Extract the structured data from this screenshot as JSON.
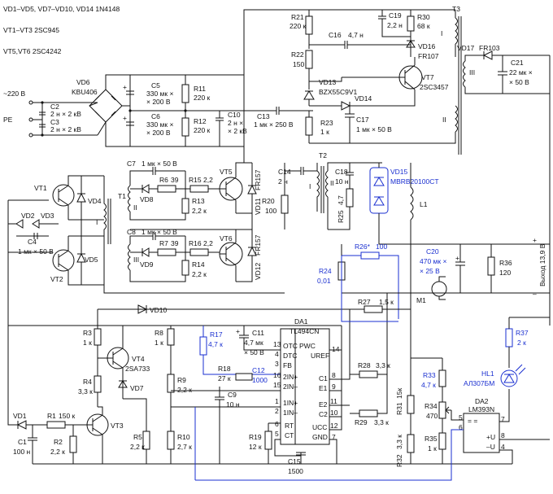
{
  "header": {
    "line1": "VD1–VD5, VD7–VD10, VD14 1N4148",
    "line2": "VT1–VT3 2SC945",
    "line3": "VT5,VT6 2SC4242"
  },
  "mains": {
    "input": "~220 В",
    "pe": "PE"
  },
  "components": {
    "c2": {
      "ref": "C2",
      "val": "2 н × 2 кВ"
    },
    "c3": {
      "ref": "C3",
      "val": "2 н × 2 кВ"
    },
    "vd6": {
      "ref": "VD6",
      "val": "KBU406"
    },
    "c5": {
      "ref": "C5",
      "val1": "330 мк ×",
      "val2": "× 200 В"
    },
    "c6": {
      "ref": "C6",
      "val1": "330 мк ×",
      "val2": "× 200 В"
    },
    "r11": {
      "ref": "R11",
      "val": "220 к"
    },
    "r12": {
      "ref": "R12",
      "val": "220 к"
    },
    "c10": {
      "ref": "C10",
      "val1": "2 н ×",
      "val2": "× 2 кВ"
    },
    "c13": {
      "ref": "C13",
      "val": "1 мк × 250 В"
    },
    "r21": {
      "ref": "R21",
      "val": "220 к"
    },
    "c16": {
      "ref": "C16",
      "val": "4,7 н"
    },
    "r22": {
      "ref": "R22",
      "val": "150"
    },
    "c19": {
      "ref": "C19",
      "val": "2,2 н"
    },
    "r30": {
      "ref": "R30",
      "val": "68 к"
    },
    "vd16": {
      "ref": "VD16",
      "val": "FR107"
    },
    "vt7": {
      "ref": "VT7",
      "val": "2SC3457"
    },
    "vd13": {
      "ref": "VD13",
      "val": "BZX55C9V1"
    },
    "vd14": {
      "ref": "VD14"
    },
    "r23": {
      "ref": "R23",
      "val": "1 к"
    },
    "c17": {
      "ref": "C17",
      "val": "1 мк × 50 В"
    },
    "t3": {
      "ref": "T3",
      "w1": "I",
      "w2": "II",
      "w3": "III"
    },
    "vd17": {
      "ref": "VD17",
      "val": "FR103"
    },
    "c21": {
      "ref": "C21",
      "val1": "22 мк ×",
      "val2": "× 50 В"
    },
    "vt1": {
      "ref": "VT1"
    },
    "vt2": {
      "ref": "VT2"
    },
    "vd4": {
      "ref": "VD4"
    },
    "vd5": {
      "ref": "VD5"
    },
    "vd2": {
      "ref": "VD2"
    },
    "vd3": {
      "ref": "VD3"
    },
    "c4": {
      "ref": "C4",
      "val": "1 мк × 50 В"
    },
    "t1": {
      "ref": "T1",
      "w1": "I",
      "w2": "II",
      "w3": "III"
    },
    "c7": {
      "ref": "C7",
      "val": "1 мк × 50 В"
    },
    "c8": {
      "ref": "C8",
      "val": "1 мк × 50 В"
    },
    "vd8": {
      "ref": "VD8"
    },
    "vd9": {
      "ref": "VD9"
    },
    "r6": {
      "ref": "R6",
      "val": "39"
    },
    "r7": {
      "ref": "R7",
      "val": "39"
    },
    "r15": {
      "ref": "R15",
      "val": "2,2"
    },
    "r16": {
      "ref": "R16",
      "val": "2,2"
    },
    "r13": {
      "ref": "R13",
      "val": "2,2 к"
    },
    "r14": {
      "ref": "R14",
      "val": "2,2 к"
    },
    "vt5": {
      "ref": "VT5"
    },
    "vt6": {
      "ref": "VT6"
    },
    "vd11": {
      "ref": "VD11",
      "val": "FR157"
    },
    "vd12": {
      "ref": "VD12",
      "val": "FR157"
    },
    "c14": {
      "ref": "C14",
      "val": "2 н"
    },
    "t2": {
      "ref": "T2",
      "w1": "I",
      "w2": "II"
    },
    "r20": {
      "ref": "R20",
      "val": "100"
    },
    "c18": {
      "ref": "C18",
      "val": "10 н"
    },
    "r25": {
      "ref": "R25",
      "val": "4,7"
    },
    "vd15": {
      "ref": "VD15",
      "val": "MBRB20100CT"
    },
    "l1": {
      "ref": "L1"
    },
    "r26": {
      "ref": "R26*",
      "val": "100"
    },
    "r24": {
      "ref": "R24",
      "val": "0,01"
    },
    "c20": {
      "ref": "C20",
      "val1": "470 мк ×",
      "val2": "× 25 В"
    },
    "r36": {
      "ref": "R36",
      "val": "120"
    },
    "m1": {
      "ref": "M1"
    },
    "out": {
      "label": "Выход 13,9 В"
    },
    "vd10": {
      "ref": "VD10"
    },
    "r27": {
      "ref": "R27",
      "val": "1,5 к"
    },
    "r3": {
      "ref": "R3",
      "val": "1 к"
    },
    "vt4": {
      "ref": "VT4",
      "val": "2SA733"
    },
    "r8": {
      "ref": "R8",
      "val": "1 к"
    },
    "r17": {
      "ref": "R17",
      "val": "4,7 к"
    },
    "c11": {
      "ref": "C11",
      "val1": "4,7 мк",
      "val2": "× 50 В"
    },
    "da1": {
      "ref": "DA1",
      "val": "TL494CN"
    },
    "r4": {
      "ref": "R4",
      "val": "3,3 к"
    },
    "vd7": {
      "ref": "VD7"
    },
    "r9": {
      "ref": "R9",
      "val": "2,2 к"
    },
    "r18": {
      "ref": "R18",
      "val": "27 к"
    },
    "c12": {
      "ref": "C12",
      "val": "1000"
    },
    "c9": {
      "ref": "C9",
      "val": "10 н"
    },
    "r28": {
      "ref": "R28",
      "val": "3,3 к"
    },
    "r29": {
      "ref": "R29",
      "val": "3,3 к"
    },
    "r37": {
      "ref": "R37",
      "val": "2 к"
    },
    "hl1": {
      "ref": "HL1",
      "val": "АЛ307БМ"
    },
    "r33": {
      "ref": "R33",
      "val": "4,7 к"
    },
    "r34": {
      "ref": "R34",
      "val": "470"
    },
    "r35": {
      "ref": "R35",
      "val": "1 к"
    },
    "da2": {
      "ref": "DA2",
      "val": "LM393N"
    },
    "r31": {
      "ref": "R31",
      "val": "15к"
    },
    "r32": {
      "ref": "R32",
      "val": "3,3 к"
    },
    "vd1": {
      "ref": "VD1"
    },
    "r1": {
      "ref": "R1",
      "val": "150 к"
    },
    "c1": {
      "ref": "C1",
      "val": "100 н"
    },
    "r2": {
      "ref": "R2",
      "val": "2,2 к"
    },
    "vt3": {
      "ref": "VT3"
    },
    "r5": {
      "ref": "R5",
      "val": "2,2 к"
    },
    "r10": {
      "ref": "R10",
      "val": "2,7 к"
    },
    "r19": {
      "ref": "R19",
      "val": "12 к"
    },
    "c15": {
      "ref": "C15",
      "val": "1500"
    }
  },
  "da1_pins": {
    "p13": "13",
    "p4": "4",
    "p3": "3",
    "p16": "16",
    "p15": "15",
    "p1": "1",
    "p2": "2",
    "p6": "6",
    "p5": "5",
    "p14": "14",
    "p8": "8",
    "p9": "9",
    "p11": "11",
    "p10": "10",
    "p12": "12",
    "p7": "7",
    "otc": "OTC",
    "dtc": "DTC",
    "fb": "FB",
    "in2p": "2IN+",
    "in2m": "2IN–",
    "in1p": "1IN+",
    "in1m": "1IN–",
    "rt": "RT",
    "ct": "CT",
    "pwc": "PWC",
    "uref": "UREF",
    "c1": "C1",
    "e1": "E1",
    "e2": "E2",
    "c2": "C2",
    "ucc": "UCC",
    "gnd": "GND"
  },
  "da2_pins": {
    "p5": "5",
    "p6": "6",
    "p7": "7",
    "p8": "8",
    "p4": "4",
    "plus": "+U",
    "minus": "–U",
    "tag": "= ="
  }
}
